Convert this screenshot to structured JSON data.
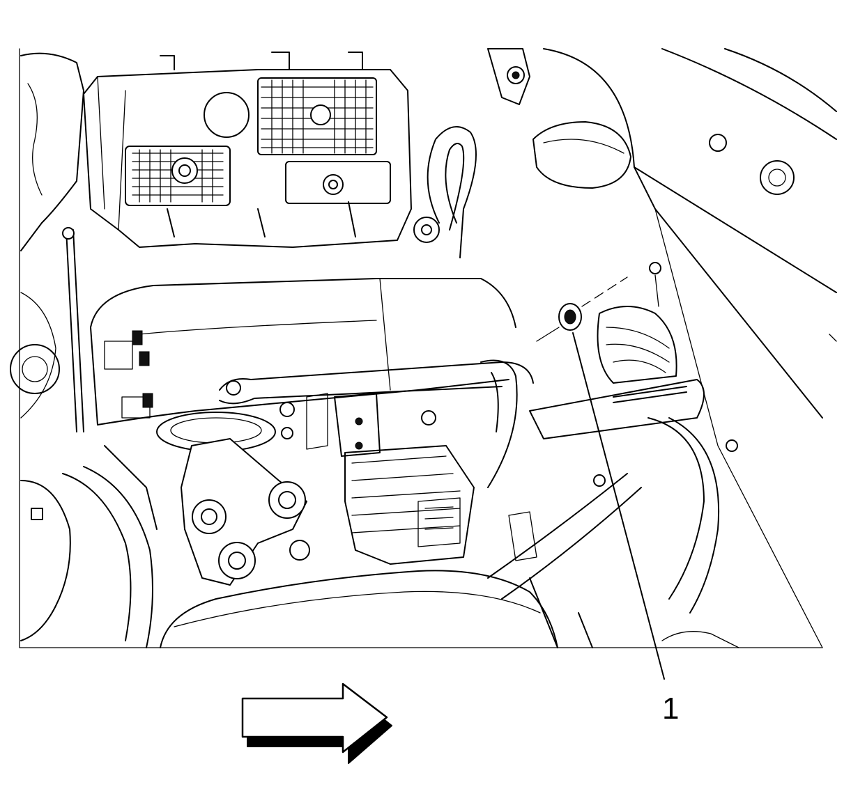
{
  "figure": {
    "callouts": [
      {
        "label": "1",
        "part": "ground-stud-nut"
      }
    ],
    "direction_arrow": {
      "direction": "right",
      "meaning": "vehicle-front"
    },
    "colors": {
      "line": "#000000",
      "background": "#ffffff"
    }
  }
}
